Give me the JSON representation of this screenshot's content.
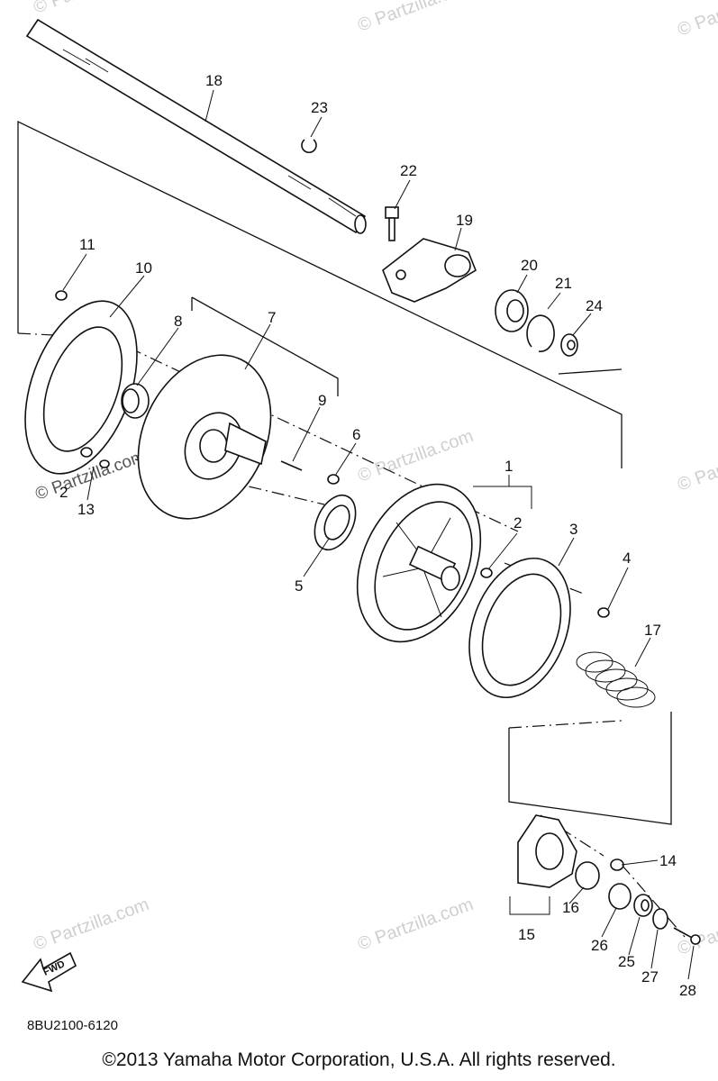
{
  "diagram_code": "8BU2100-6120",
  "copyright": "©2013  Yamaha Motor Corporation, U.S.A. All rights reserved.",
  "watermark": "© Partzilla.com",
  "fwd_label": "FWD",
  "callouts": {
    "c1": "1",
    "c2a": "2",
    "c2b": "2",
    "c3": "3",
    "c4": "4",
    "c5": "5",
    "c6": "6",
    "c7": "7",
    "c8": "8",
    "c9": "9",
    "c10": "10",
    "c11": "11",
    "c13": "13",
    "c14": "14",
    "c15": "15",
    "c16": "16",
    "c17": "17",
    "c18": "18",
    "c19": "19",
    "c20": "20",
    "c21": "21",
    "c22": "22",
    "c23": "23",
    "c24": "24",
    "c25": "25",
    "c26": "26",
    "c27": "27",
    "c28": "28"
  }
}
